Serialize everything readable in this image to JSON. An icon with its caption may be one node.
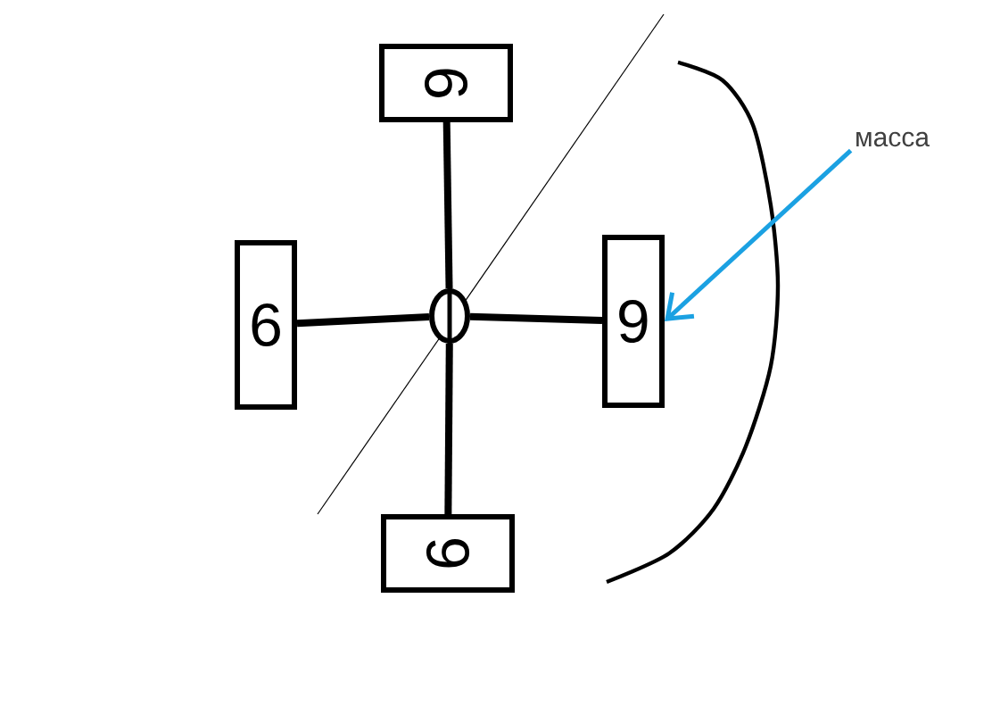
{
  "diagram": {
    "nodes": [
      {
        "text": [
          "6"
        ]
      },
      {
        "text": [
          "6"
        ]
      },
      {
        "text": [],
        "shape": "circle"
      },
      {
        "text": [
          "6"
        ]
      },
      {
        "text": [
          "6"
        ]
      },
      {
        "text": [
          "масса"
        ]
      }
    ],
    "edges": [
      {
        "from": 2,
        "to": 0,
        "arrow": "none"
      },
      {
        "from": 2,
        "to": 1,
        "arrow": "none"
      },
      {
        "from": 2,
        "to": 3,
        "arrow": "none"
      },
      {
        "from": 2,
        "to": 4,
        "arrow": "none"
      },
      {
        "from": 5,
        "to": 3,
        "arrow": "to",
        "color": "#1ba1e2"
      }
    ]
  }
}
